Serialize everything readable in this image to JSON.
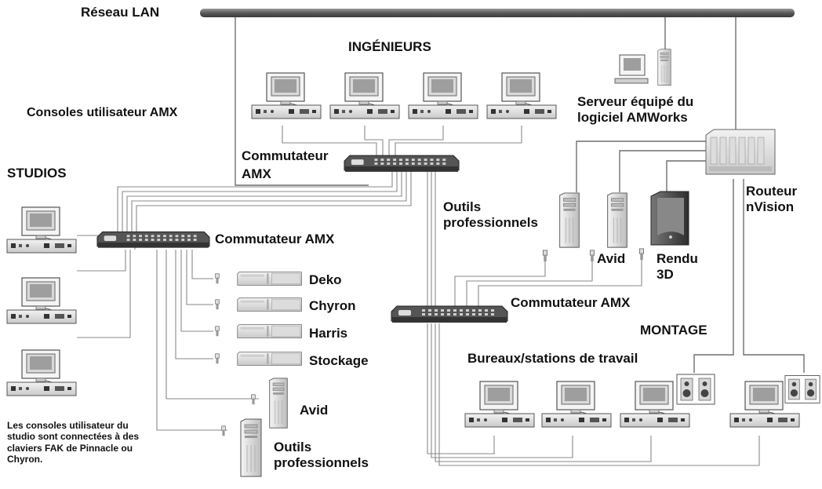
{
  "labels": {
    "lan": "Réseau LAN",
    "engineers": "INGÉNIEURS",
    "amx_consoles": "Consoles utilisateur AMX",
    "server": "Serveur équipé du logiciel AMWorks",
    "switch_top": "Commutateur AMX",
    "studios": "STUDIOS",
    "router": "Routeur nVision",
    "pro_tools_top": "Outils professionnels",
    "switch_left": "Commutateur AMX",
    "deko": "Deko",
    "chyron": "Chyron",
    "harris": "Harris",
    "storage": "Stockage",
    "avid_left": "Avid",
    "pro_tools_bottom": "Outils professionnels",
    "avid_right": "Avid",
    "render_3d": "Rendu 3D",
    "switch_right": "Commutateur AMX",
    "editing": "MONTAGE",
    "desks": "Bureaux/stations de travail",
    "studio_note": "Les consoles utilisateur du studio sont connectées à des claviers FAK de Pinnacle ou Chyron."
  },
  "icons": {
    "workstation": "computer-monitor-icon",
    "kvm_unit": "kvm-console-unit-icon",
    "switch": "kvm-switch-icon",
    "tower": "tower-pc-icon",
    "render": "render-tower-icon",
    "rack": "rack-unit-icon",
    "speakers": "speaker-pair-icon",
    "router": "router-chassis-icon"
  },
  "colors": {
    "line": "#6f6f6f",
    "device_light": "#e4e4e4",
    "device_dark": "#3a3a3a",
    "text": "#111111"
  }
}
